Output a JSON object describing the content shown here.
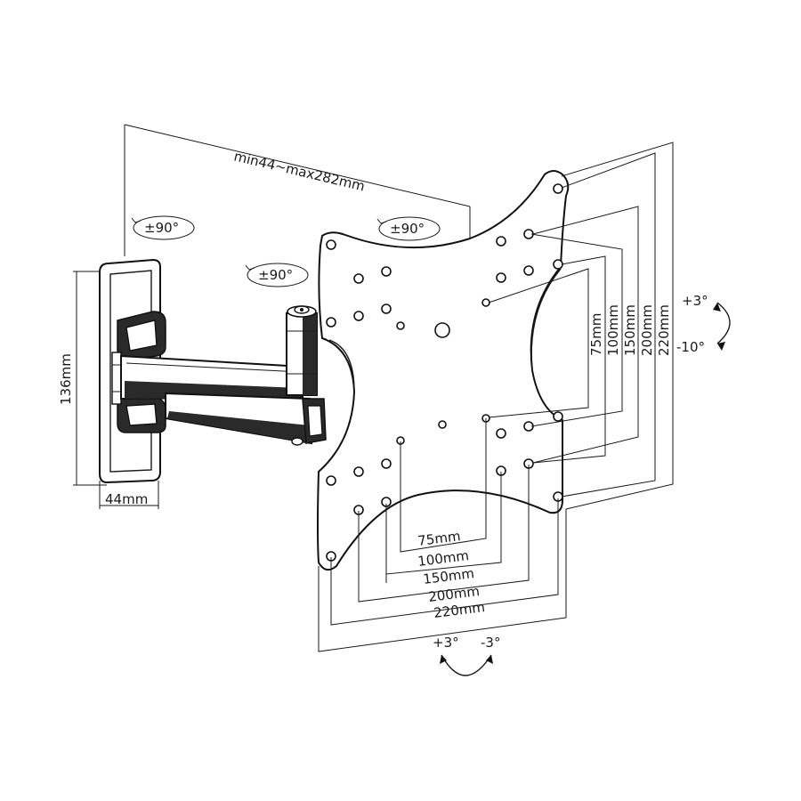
{
  "labels": {
    "arm_length": "min44~max282mm",
    "rot_wall": "±90°",
    "rot_plate": "±90°",
    "rot_joint": "±90°",
    "height": "136mm",
    "width": "44mm",
    "tilt_up": "+3°",
    "tilt_down": "-10°",
    "swivel_left": "+3°",
    "swivel_right": "-3°"
  },
  "vesa_vertical": [
    "75mm",
    "100mm",
    "150mm",
    "200mm",
    "220mm"
  ],
  "vesa_horizontal": [
    "75mm",
    "100mm",
    "150mm",
    "200mm",
    "220mm"
  ]
}
